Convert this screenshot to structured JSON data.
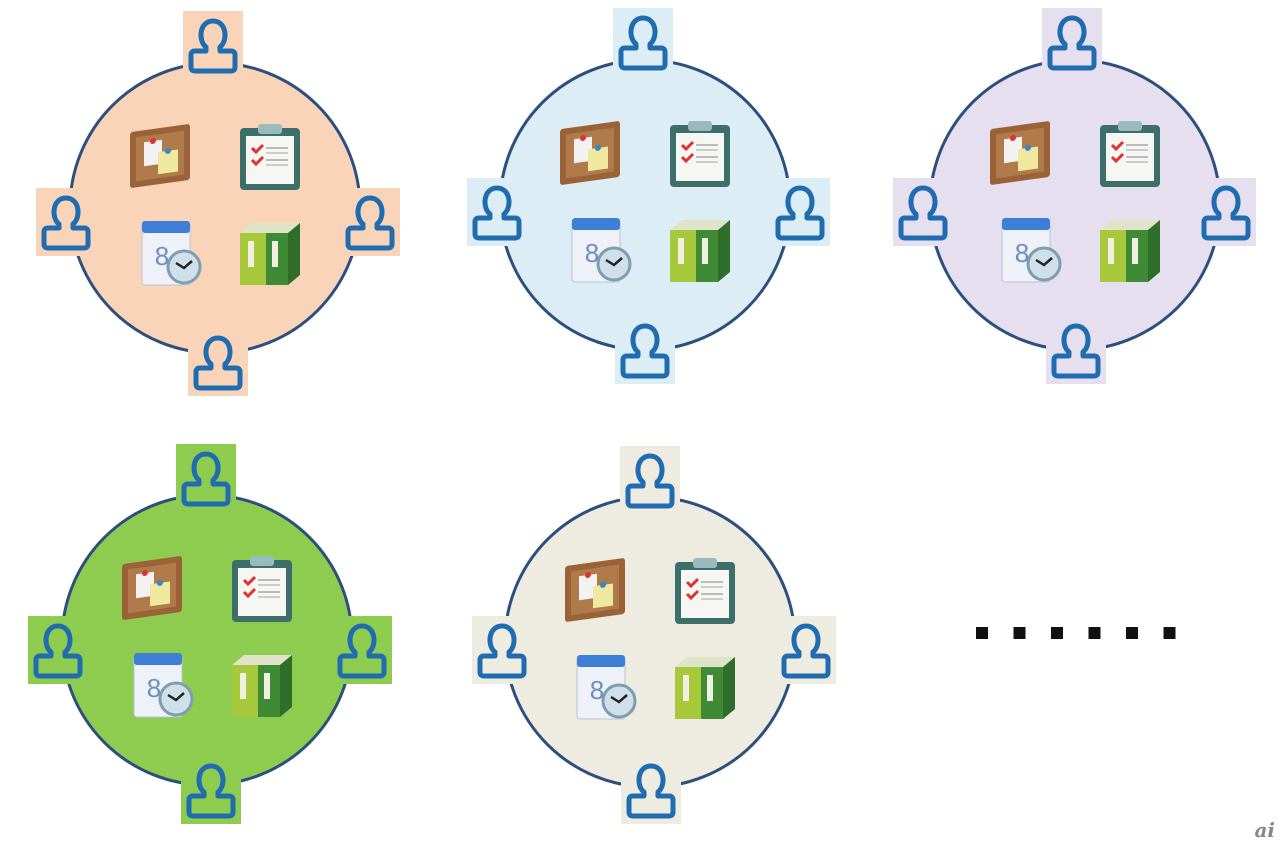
{
  "groups": [
    {
      "name": "group-1",
      "fill": "#f9d4b9",
      "tile": "#f9d4b9"
    },
    {
      "name": "group-2",
      "fill": "#dcedf5",
      "tile": "#dcedf5"
    },
    {
      "name": "group-3",
      "fill": "#e5dfef",
      "tile": "#e5dfef"
    },
    {
      "name": "group-4",
      "fill": "#8dcc4f",
      "tile": "#8dcc4f"
    },
    {
      "name": "group-5",
      "fill": "#eeebe1",
      "tile": "#eeebe1"
    }
  ],
  "members_per_group": 4,
  "tools": [
    "corkboard-icon",
    "clipboard-checklist-icon",
    "calendar-clock-icon",
    "binders-icon"
  ],
  "continuation_dots": 6,
  "colors": {
    "circle_stroke": "#2d4f7e",
    "person": "#1f6db0",
    "dots": "#111111"
  },
  "watermark": "ai"
}
